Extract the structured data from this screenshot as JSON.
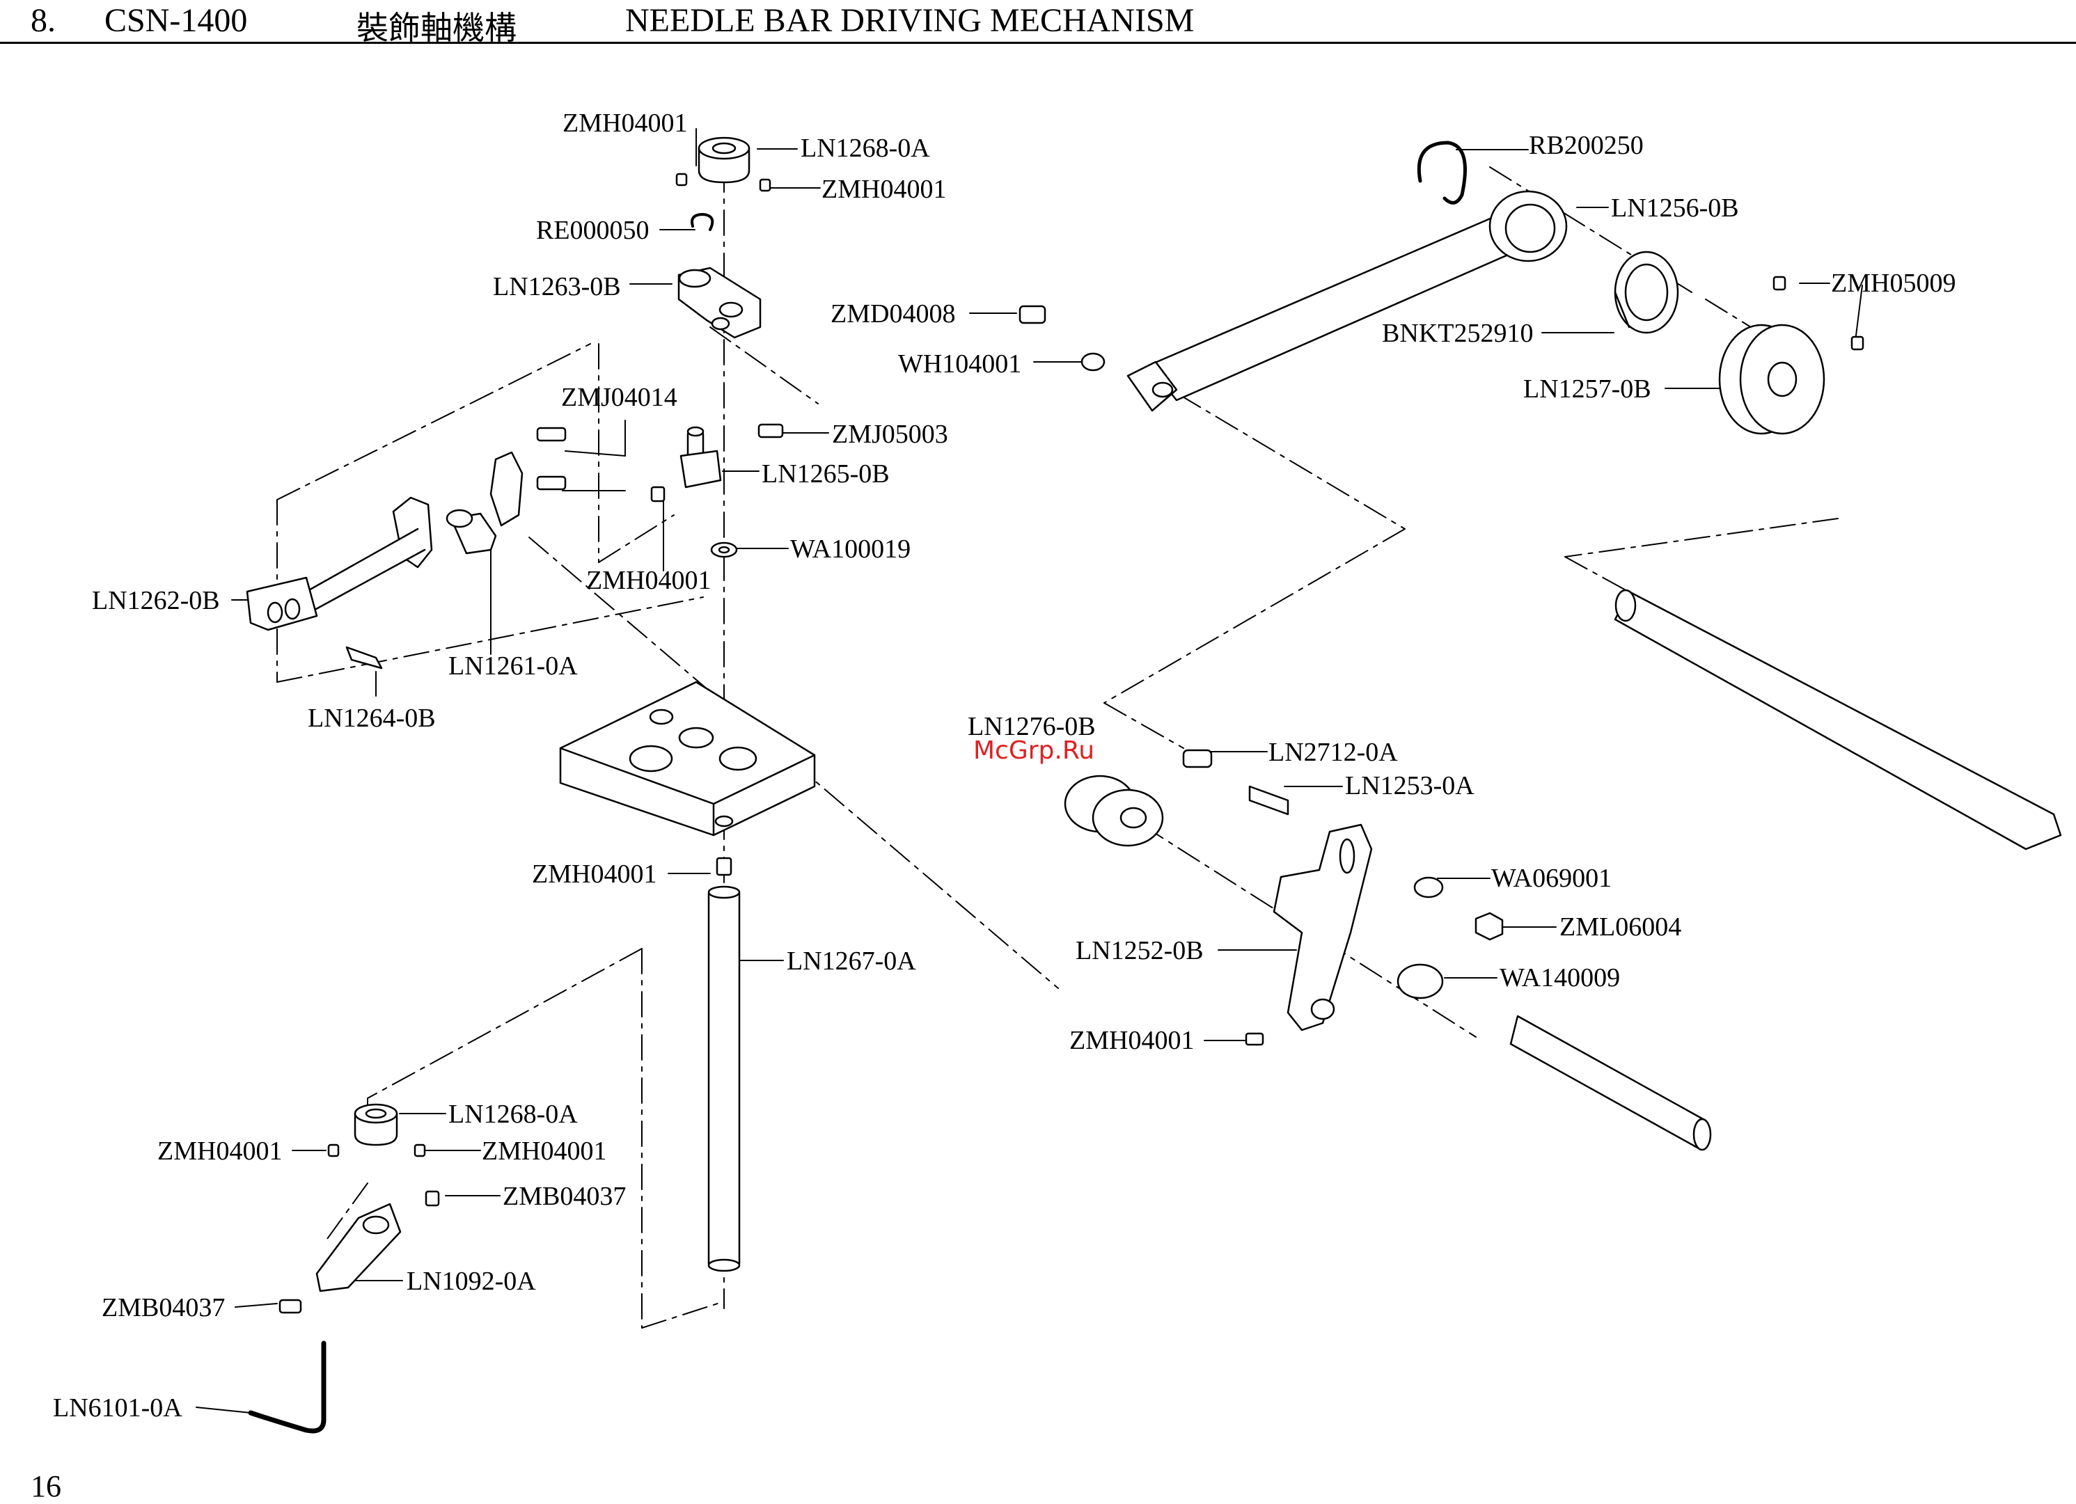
{
  "header": {
    "section_number": "8.",
    "model": "CSN-1400",
    "title_cjk": "裝飾軸機構",
    "title_en": "NEEDLE BAR DRIVING MECHANISM"
  },
  "page_number": "16",
  "watermark": "McGrp.Ru",
  "part_labels": [
    {
      "id": "zmh04001-a",
      "text": "ZMH04001"
    },
    {
      "id": "ln1268-0a-top",
      "text": "LN1268-0A"
    },
    {
      "id": "zmh04001-b",
      "text": "ZMH04001"
    },
    {
      "id": "re000050",
      "text": "RE000050"
    },
    {
      "id": "ln1263-0b",
      "text": "LN1263-0B"
    },
    {
      "id": "zmd04008",
      "text": "ZMD04008"
    },
    {
      "id": "wh104001",
      "text": "WH104001"
    },
    {
      "id": "zmj04014",
      "text": "ZMJ04014"
    },
    {
      "id": "zmj05003",
      "text": "ZMJ05003"
    },
    {
      "id": "ln1265-0b",
      "text": "LN1265-0B"
    },
    {
      "id": "wa100019",
      "text": "WA100019"
    },
    {
      "id": "zmh04001-c",
      "text": "ZMH04001"
    },
    {
      "id": "ln1262-0b",
      "text": "LN1262-0B"
    },
    {
      "id": "ln1261-0a",
      "text": "LN1261-0A"
    },
    {
      "id": "ln1264-0b",
      "text": "LN1264-0B"
    },
    {
      "id": "rb200250",
      "text": "RB200250"
    },
    {
      "id": "ln1256-0b",
      "text": "LN1256-0B"
    },
    {
      "id": "zmh05009",
      "text": "ZMH05009"
    },
    {
      "id": "bnkt252910",
      "text": "BNKT252910"
    },
    {
      "id": "ln1257-0b",
      "text": "LN1257-0B"
    },
    {
      "id": "ln1276-0b",
      "text": "LN1276-0B"
    },
    {
      "id": "ln2712-0a",
      "text": "LN2712-0A"
    },
    {
      "id": "ln1253-0a",
      "text": "LN1253-0A"
    },
    {
      "id": "wa069001",
      "text": "WA069001"
    },
    {
      "id": "zml06004",
      "text": "ZML06004"
    },
    {
      "id": "ln1252-0b",
      "text": "LN1252-0B"
    },
    {
      "id": "wa140009",
      "text": "WA140009"
    },
    {
      "id": "zmh04001-d",
      "text": "ZMH04001"
    },
    {
      "id": "zmh04001-e",
      "text": "ZMH04001"
    },
    {
      "id": "ln1267-0a",
      "text": "LN1267-0A"
    },
    {
      "id": "ln1268-0a-bottom",
      "text": "LN1268-0A"
    },
    {
      "id": "zmh04001-f",
      "text": "ZMH04001"
    },
    {
      "id": "zmh04001-g",
      "text": "ZMH04001"
    },
    {
      "id": "zmb04037-a",
      "text": "ZMB04037"
    },
    {
      "id": "ln1092-0a",
      "text": "LN1092-0A"
    },
    {
      "id": "zmb04037-b",
      "text": "ZMB04037"
    },
    {
      "id": "ln6101-0a",
      "text": "LN6101-0A"
    }
  ]
}
